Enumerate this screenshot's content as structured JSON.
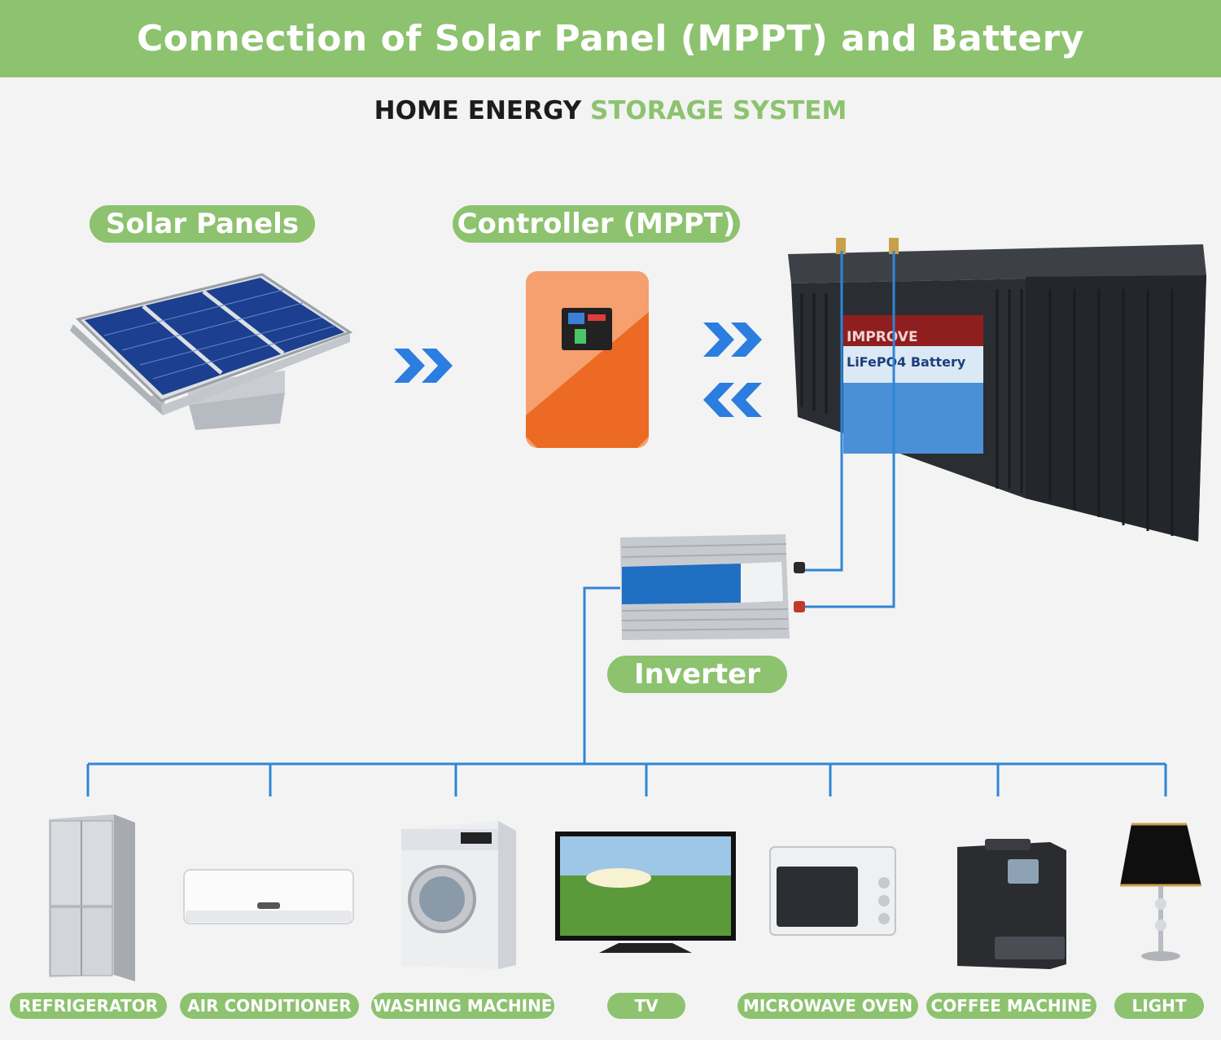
{
  "header": {
    "title": "Connection of Solar Panel (MPPT) and Battery"
  },
  "subtitle": {
    "part1": "HOME ENERGY",
    "part2": "STORAGE SYSTEM"
  },
  "components": {
    "solar_panels": "Solar Panels",
    "controller": "Controller (MPPT)",
    "inverter": "Inverter",
    "battery_brand": "IMPROVE",
    "battery_type": "LiFePO4 Battery"
  },
  "appliances": [
    {
      "label": "REFRIGERATOR"
    },
    {
      "label": "AIR CONDITIONER"
    },
    {
      "label": "WASHING MACHINE"
    },
    {
      "label": "TV"
    },
    {
      "label": "MICROWAVE OVEN"
    },
    {
      "label": "COFFEE MACHINE"
    },
    {
      "label": "LIGHT"
    }
  ],
  "colors": {
    "accent": "#8dc26f",
    "wire": "#2f86d6",
    "arrow": "#2b7de0",
    "controller": "#f07a2c"
  }
}
